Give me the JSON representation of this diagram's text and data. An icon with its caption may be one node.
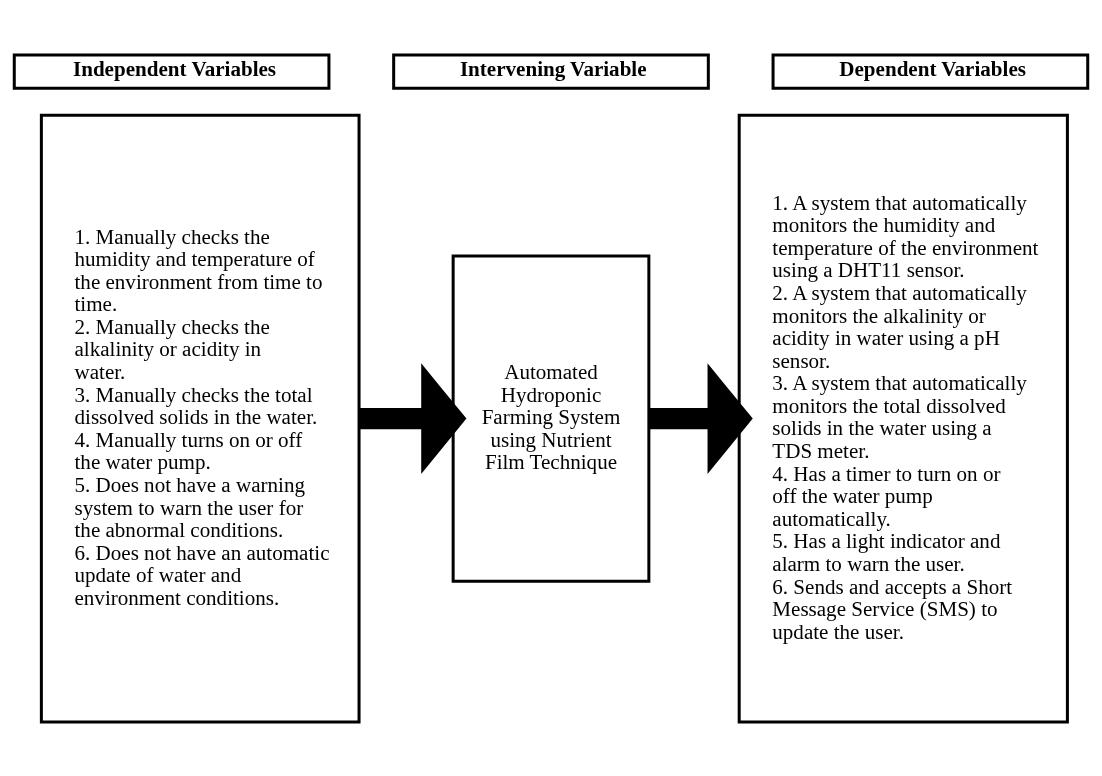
{
  "diagram": {
    "nodes": [
      {
        "text": [
          "Independent Variables"
        ]
      },
      {
        "text": [
          "Intervening Variable"
        ]
      },
      {
        "text": [
          "Dependent Variables"
        ]
      },
      {
        "text": [
          "1. Manually checks the humidity and temperature of the environment from time to time.",
          "2. Manually checks the alkalinity or acidity in water.",
          "3. Manually checks the total dissolved solids in the water.",
          "4. Manually turns on or off the water pump.",
          "5. Does not have a warning system to warn the user for the abnormal conditions.",
          "6. Does not have an automatic update of water and environment conditions."
        ]
      },
      {
        "text": [
          "Automated Hydroponic Farming System using Nutrient Film Technique"
        ]
      },
      {
        "text": [
          "1. A system that automatically monitors the humidity and temperature of the environment using a DHT11 sensor.",
          "2. A system that automatically monitors the alkalinity or acidity in water using a pH sensor.",
          "3. A system that automatically monitors the total dissolved solids in the water using a TDS meter.",
          "4. Has a timer to turn on or off the water pump automatically.",
          "5. Has a light indicator and alarm to warn the user.",
          "6. Sends and accepts a Short Message Service (SMS) to update the user."
        ]
      }
    ],
    "edges": [
      {
        "from": 3,
        "to": 4,
        "arrow": "to"
      },
      {
        "from": 4,
        "to": 5,
        "arrow": "to"
      }
    ]
  }
}
